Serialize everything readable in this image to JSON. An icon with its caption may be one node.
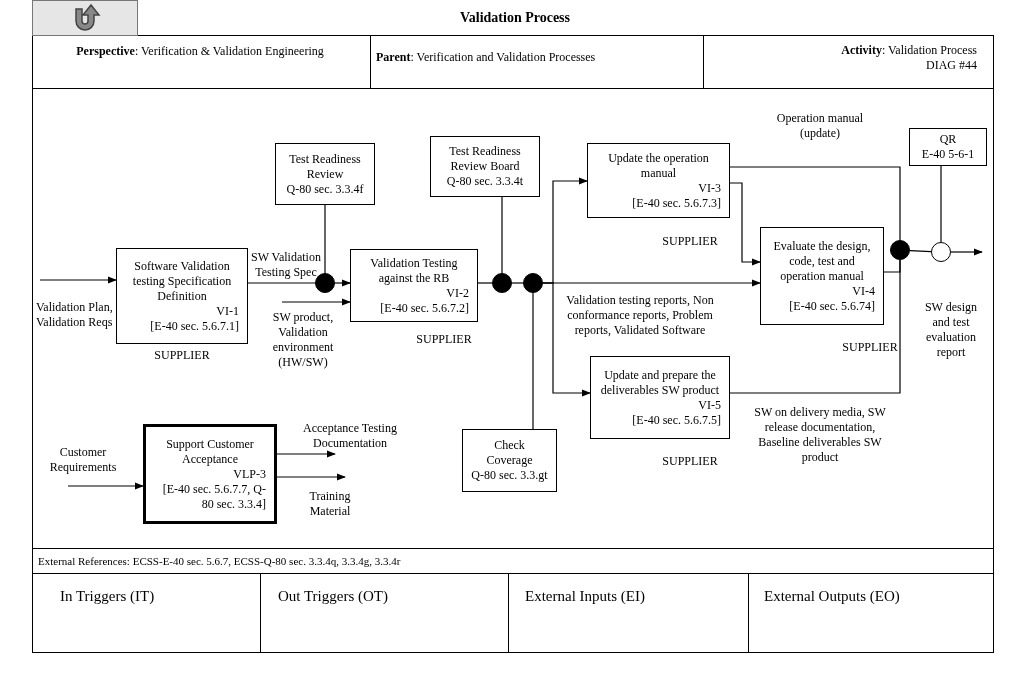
{
  "diagram": {
    "title": "Validation Process",
    "nodes": [
      {
        "text": [
          "Software Validation testing Specification Definition",
          "VI-1",
          "[E-40 sec. 5.6.7.1]"
        ],
        "beside": [
          "SUPPLIER"
        ]
      },
      {
        "text": [
          "Test Readiness Review",
          "Q-80 sec. 3.3.4f"
        ]
      },
      {
        "text": [],
        "shape": "circle"
      },
      {
        "text": [
          "Validation Testing against the RB",
          "VI-2",
          "[E-40 sec. 5.6.7.2]"
        ],
        "beside": [
          "SUPPLIER"
        ]
      },
      {
        "text": [
          "Test Readiness Review Board",
          "Q-80 sec. 3.3.4t"
        ]
      },
      {
        "text": [],
        "shape": "circle"
      },
      {
        "text": [],
        "shape": "circle"
      },
      {
        "text": [
          "Check Coverage",
          "Q-80 sec. 3.3.gt"
        ]
      },
      {
        "text": [
          "Update the operation manual",
          "VI-3",
          "[E-40 sec. 5.6.7.3]"
        ],
        "beside": [
          "SUPPLIER"
        ]
      },
      {
        "text": [
          "Evaluate the design, code, test and operation manual",
          "VI-4",
          "[E-40 sec. 5.6.74]"
        ],
        "beside": [
          "SUPPLIER"
        ]
      },
      {
        "text": [
          "Update and prepare the deliverables SW product",
          "VI-5",
          "[E-40 sec. 5.6.7.5]"
        ],
        "beside": [
          "SUPPLIER"
        ]
      },
      {
        "text": [],
        "shape": "circle"
      },
      {
        "text": [
          "QR",
          "E-40 5-6-1"
        ]
      },
      {
        "text": [],
        "shape": "circle"
      },
      {
        "text": [
          "Support Customer Acceptance",
          "VLP-3",
          "[E-40 sec. 5.6.7.7, Q-80 sec. 3.3.4]"
        ]
      }
    ],
    "edges": [
      {
        "from": null,
        "to": 0,
        "arrow": "to",
        "label": "Validation Plan, Validation Reqs"
      },
      {
        "from": 0,
        "to": 2,
        "arrow": "none",
        "label": "SW Validation Testing Spec"
      },
      {
        "from": 1,
        "to": 2,
        "arrow": "none"
      },
      {
        "from": 2,
        "to": 3,
        "arrow": "to"
      },
      {
        "from": null,
        "to": 3,
        "arrow": "to",
        "label": "SW product, Validation environment (HW/SW)"
      },
      {
        "from": 3,
        "to": 5,
        "arrow": "none"
      },
      {
        "from": 4,
        "to": 5,
        "arrow": "none"
      },
      {
        "from": 5,
        "to": 6,
        "arrow": "none"
      },
      {
        "from": 7,
        "to": 6,
        "arrow": "none"
      },
      {
        "from": 6,
        "to": 8,
        "arrow": "to"
      },
      {
        "from": 6,
        "to": 9,
        "arrow": "to",
        "label": "Validation testing reports, Non conformance reports, Problem reports, Validated Software"
      },
      {
        "from": 6,
        "to": 10,
        "arrow": "to"
      },
      {
        "from": 8,
        "to": 9,
        "arrow": "to"
      },
      {
        "from": 8,
        "to": 11,
        "arrow": "none",
        "label": "Operation manual (update)"
      },
      {
        "from": 10,
        "to": 11,
        "arrow": "none",
        "label": "SW on delivery media, SW release documentation, Baseline deliverables SW product"
      },
      {
        "from": 9,
        "to": 11,
        "arrow": "none"
      },
      {
        "from": 11,
        "to": 13,
        "arrow": "none"
      },
      {
        "from": 12,
        "to": 13,
        "arrow": "none"
      },
      {
        "from": 13,
        "to": null,
        "arrow": "to",
        "label": "SW design and test evaluation report"
      },
      {
        "from": null,
        "to": 14,
        "arrow": "to",
        "label": "Customer Requirements"
      },
      {
        "from": 14,
        "to": null,
        "arrow": "to",
        "label": "Acceptance Testing Documentation"
      },
      {
        "from": 14,
        "to": null,
        "arrow": "to",
        "label": "Training Material"
      }
    ],
    "labels": [
      "**Perspective**: Verification & Validation Engineering",
      "**Parent**: Verification and Validation Processes",
      "**Activity**: Validation Process",
      "DIAG #44",
      "External References: ECSS-E-40 sec. 5.6.7, ECSS-Q-80 sec. 3.3.4q, 3.3.4g, 3.3.4r",
      "In Triggers (IT)",
      "Out Triggers (OT)",
      "External Inputs (EI)",
      "External Outputs (EO)"
    ]
  }
}
